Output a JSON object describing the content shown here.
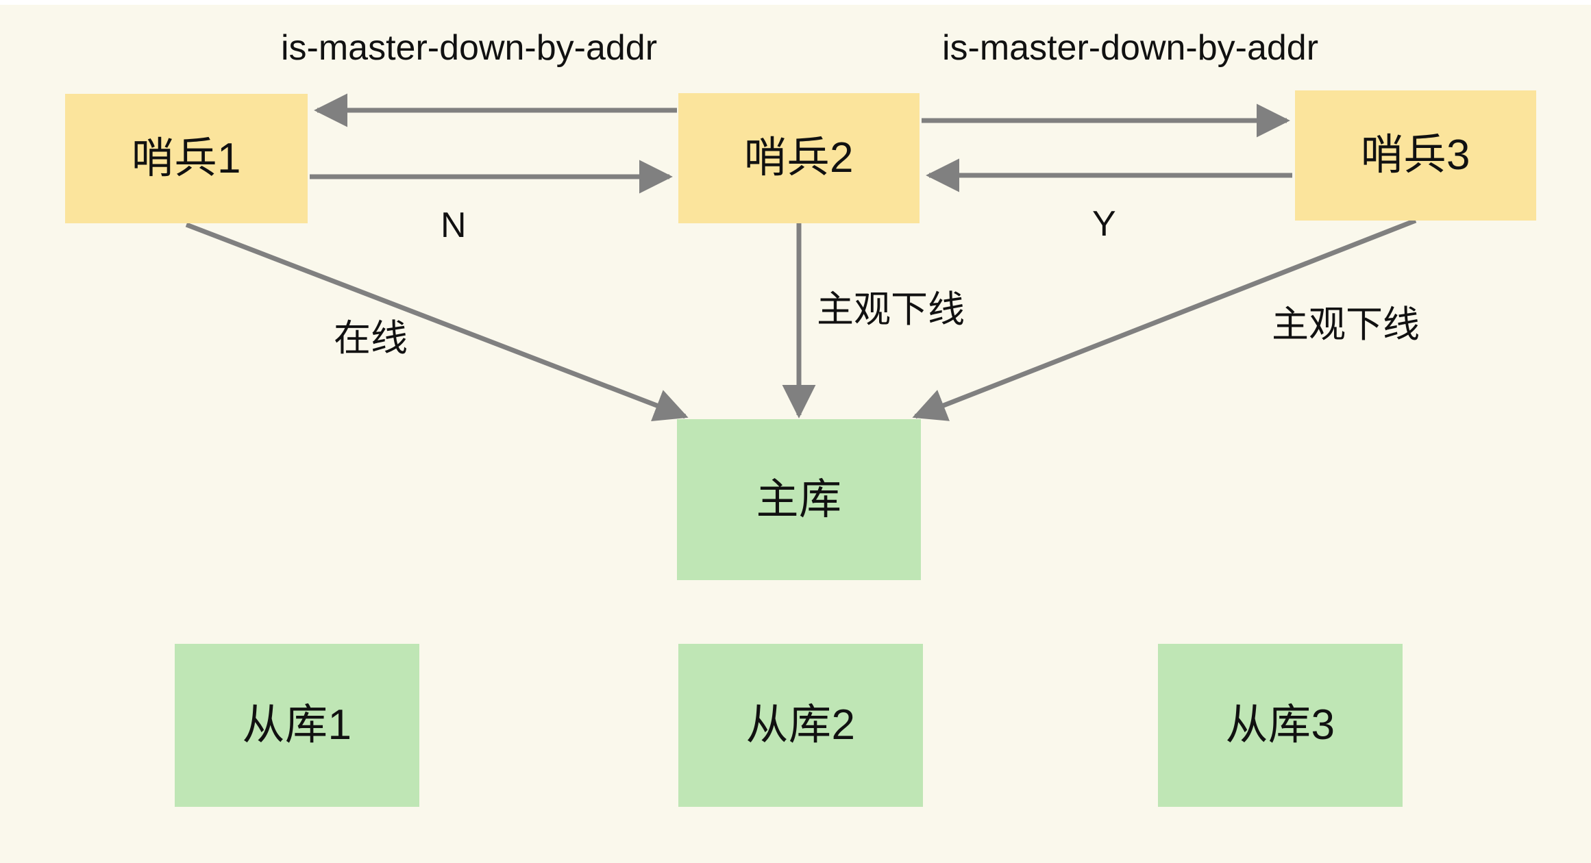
{
  "diagram": {
    "title": "Redis Sentinel objective-down voting diagram",
    "background_color": "#faf8ec",
    "sentinel_color": "#fbe49c",
    "db_color": "#bfe6b5",
    "edge_color": "#808080",
    "text_color": "#111111"
  },
  "nodes": {
    "sentinel1": {
      "label": "哨兵1"
    },
    "sentinel2": {
      "label": "哨兵2"
    },
    "sentinel3": {
      "label": "哨兵3"
    },
    "master": {
      "label": "主库"
    },
    "slave1": {
      "label": "从库1"
    },
    "slave2": {
      "label": "从库2"
    },
    "slave3": {
      "label": "从库3"
    }
  },
  "edge_labels": {
    "cmd_left": "is-master-down-by-addr",
    "cmd_right": "is-master-down-by-addr",
    "reply_n": "N",
    "reply_y": "Y",
    "s1_master": "在线",
    "s2_master": "主观下线",
    "s3_master": "主观下线"
  },
  "edges": [
    {
      "name": "sentinel2-to-sentinel1-query",
      "from": "sentinel2",
      "to": "sentinel1",
      "label": "is-master-down-by-addr",
      "direction": "left"
    },
    {
      "name": "sentinel1-to-sentinel2-reply",
      "from": "sentinel1",
      "to": "sentinel2",
      "label": "N",
      "direction": "right"
    },
    {
      "name": "sentinel2-to-sentinel3-query",
      "from": "sentinel2",
      "to": "sentinel3",
      "label": "is-master-down-by-addr",
      "direction": "right"
    },
    {
      "name": "sentinel3-to-sentinel2-reply",
      "from": "sentinel3",
      "to": "sentinel2",
      "label": "Y",
      "direction": "left"
    },
    {
      "name": "sentinel1-to-master-status",
      "from": "sentinel1",
      "to": "master",
      "label": "在线",
      "direction": "down-right"
    },
    {
      "name": "sentinel2-to-master-status",
      "from": "sentinel2",
      "to": "master",
      "label": "主观下线",
      "direction": "down"
    },
    {
      "name": "sentinel3-to-master-status",
      "from": "sentinel3",
      "to": "master",
      "label": "主观下线",
      "direction": "down-left"
    }
  ]
}
